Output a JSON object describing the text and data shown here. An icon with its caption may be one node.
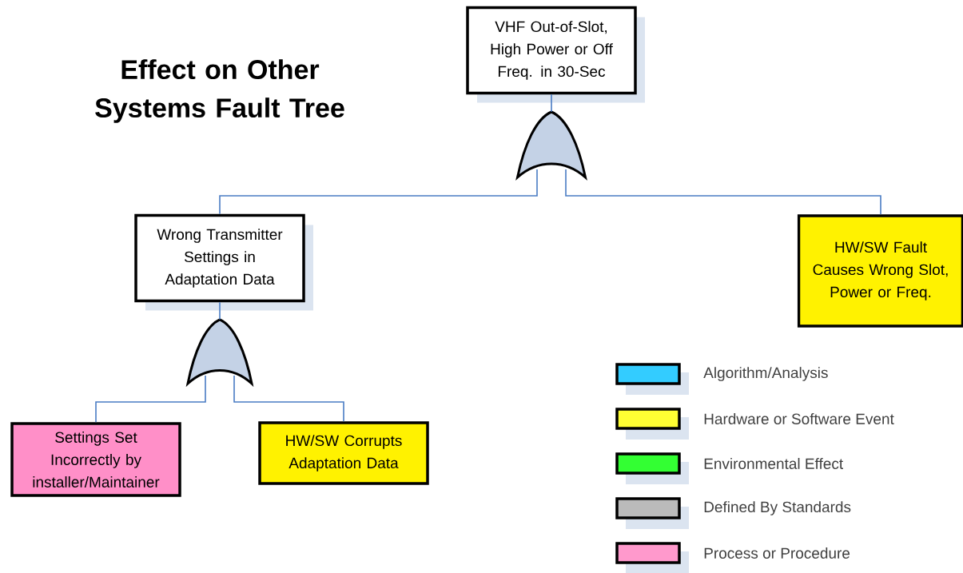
{
  "diagram": {
    "title": "Effect on Other Systems Fault Tree",
    "nodes": [
      {
        "text": [
          "VHF Out-of-Slot, High Power or Off Freq. in 30-Sec"
        ]
      },
      {
        "text": [],
        "shape": "gate"
      },
      {
        "text": [
          "Wrong Transmitter Settings in Adaptation Data"
        ]
      },
      {
        "text": [
          "HW/SW Fault Causes Wrong Slot, Power or Freq."
        ]
      },
      {
        "text": [],
        "shape": "gate"
      },
      {
        "text": [
          "Settings Set Incorrectly by installer/Maintainer"
        ]
      },
      {
        "text": [
          "HW/SW Corrupts Adaptation Data"
        ]
      }
    ],
    "edges": [
      {
        "from": 0,
        "to": 1,
        "arrow": "none"
      },
      {
        "from": 1,
        "to": 2,
        "arrow": "none"
      },
      {
        "from": 1,
        "to": 3,
        "arrow": "none"
      },
      {
        "from": 2,
        "to": 4,
        "arrow": "none"
      },
      {
        "from": 4,
        "to": 5,
        "arrow": "none"
      },
      {
        "from": 4,
        "to": 6,
        "arrow": "none"
      }
    ],
    "legend": [
      {
        "text": "Algorithm/Analysis",
        "color": "#33ccff"
      },
      {
        "text": "Hardware or Software Event",
        "color": "#ffff33"
      },
      {
        "text": "Environmental Effect",
        "color": "#33ff33"
      },
      {
        "text": "Defined By Standards",
        "color": "#bbbbbb"
      },
      {
        "text": "Process or Procedure",
        "color": "#ff99cc"
      }
    ]
  }
}
